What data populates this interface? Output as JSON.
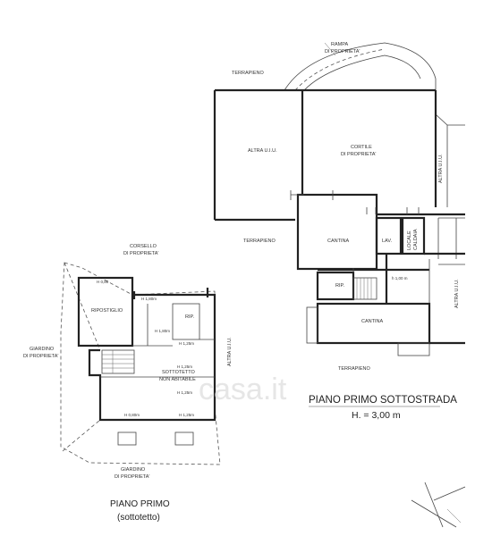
{
  "upper_plan": {
    "title": "PIANO PRIMO SOTTOSTRADA",
    "height": "H. = 3,00 m",
    "labels": {
      "rampa": "RAMPA",
      "rampa_prop": "DI PROPRIETA'",
      "terrapieno_top": "TERRAPIENO",
      "altra_left": "ALTRA U.I.U.",
      "cortile": "CORTILE",
      "cortile_prop": "DI PROPRIETA'",
      "altra_right_top": "ALTRA U.I.U.",
      "terrapieno_mid": "TERRAPIENO",
      "cantina_upper": "CANTINA",
      "lav": "LAV.",
      "locale": "LOCALE",
      "caldaia": "CALDAIA",
      "rip": "RIP.",
      "level": "h 1,00 m",
      "cantina_lower": "CANTINA",
      "altra_right_bottom": "ALTRA U.I.U.",
      "terrapieno_bottom": "TERRAPIENO"
    }
  },
  "lower_plan": {
    "title": "PIANO PRIMO",
    "subtitle": "(sottotetto)",
    "labels": {
      "corsello": "CORSELLO",
      "corsello_prop": "DI PROPRIETA'",
      "ripostiglio": "RIPOSTIGLIO",
      "rip": "RIP.",
      "giardino_left": "GIARDINO",
      "giardino_left_prop": "DI PROPRIETA'",
      "sottotetto": "SOTTOTETTO",
      "non_abitabile": "NON ABITABILE",
      "altra": "ALTRA U.I.U.",
      "giardino_bottom": "GIARDINO",
      "giardino_bottom_prop": "DI PROPRIETA'"
    },
    "heights": [
      "H 0,80",
      "H 1,80m",
      "H 1,80m",
      "H 1,25m",
      "H 1,25m",
      "H 1,25m",
      "H 0,80m",
      "H 1,25m"
    ]
  },
  "watermark": "casa.it",
  "colors": {
    "ink": "#222222",
    "background": "#ffffff",
    "watermark": "#e6e6e6"
  }
}
